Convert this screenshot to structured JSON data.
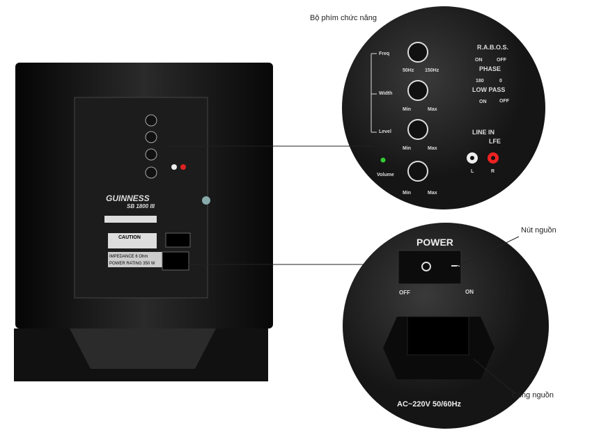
{
  "annotations": {
    "controls": "Bộ phím chức năng",
    "power_button": "Nút nguồn",
    "power_port": "Cổng nguồn"
  },
  "product": {
    "brand": "GUINNESS",
    "model": "SB 1800 III",
    "specs": [
      [
        "IMPEDANCE",
        "6 Ohm"
      ],
      [
        "POWER RATING",
        "350 W"
      ]
    ],
    "caution": "CAUTION"
  },
  "controls_panel": {
    "rabos": "R.A.B.O.S.",
    "phase": "PHASE",
    "low_pass": "LOW PASS",
    "line_in": "LINE IN",
    "lfe": "LFE",
    "on": "ON",
    "off": "OFF",
    "deg180": "180",
    "deg0": "0",
    "freq": "Freq",
    "width": "Width",
    "level": "Level",
    "volume": "Volume",
    "hz50": "50Hz",
    "hz150": "150Hz",
    "min": "Min",
    "max": "Max",
    "left": "L",
    "right": "R"
  },
  "power_panel": {
    "title": "POWER",
    "off": "OFF",
    "on": "ON",
    "voltage": "AC~220V 50/60Hz"
  }
}
